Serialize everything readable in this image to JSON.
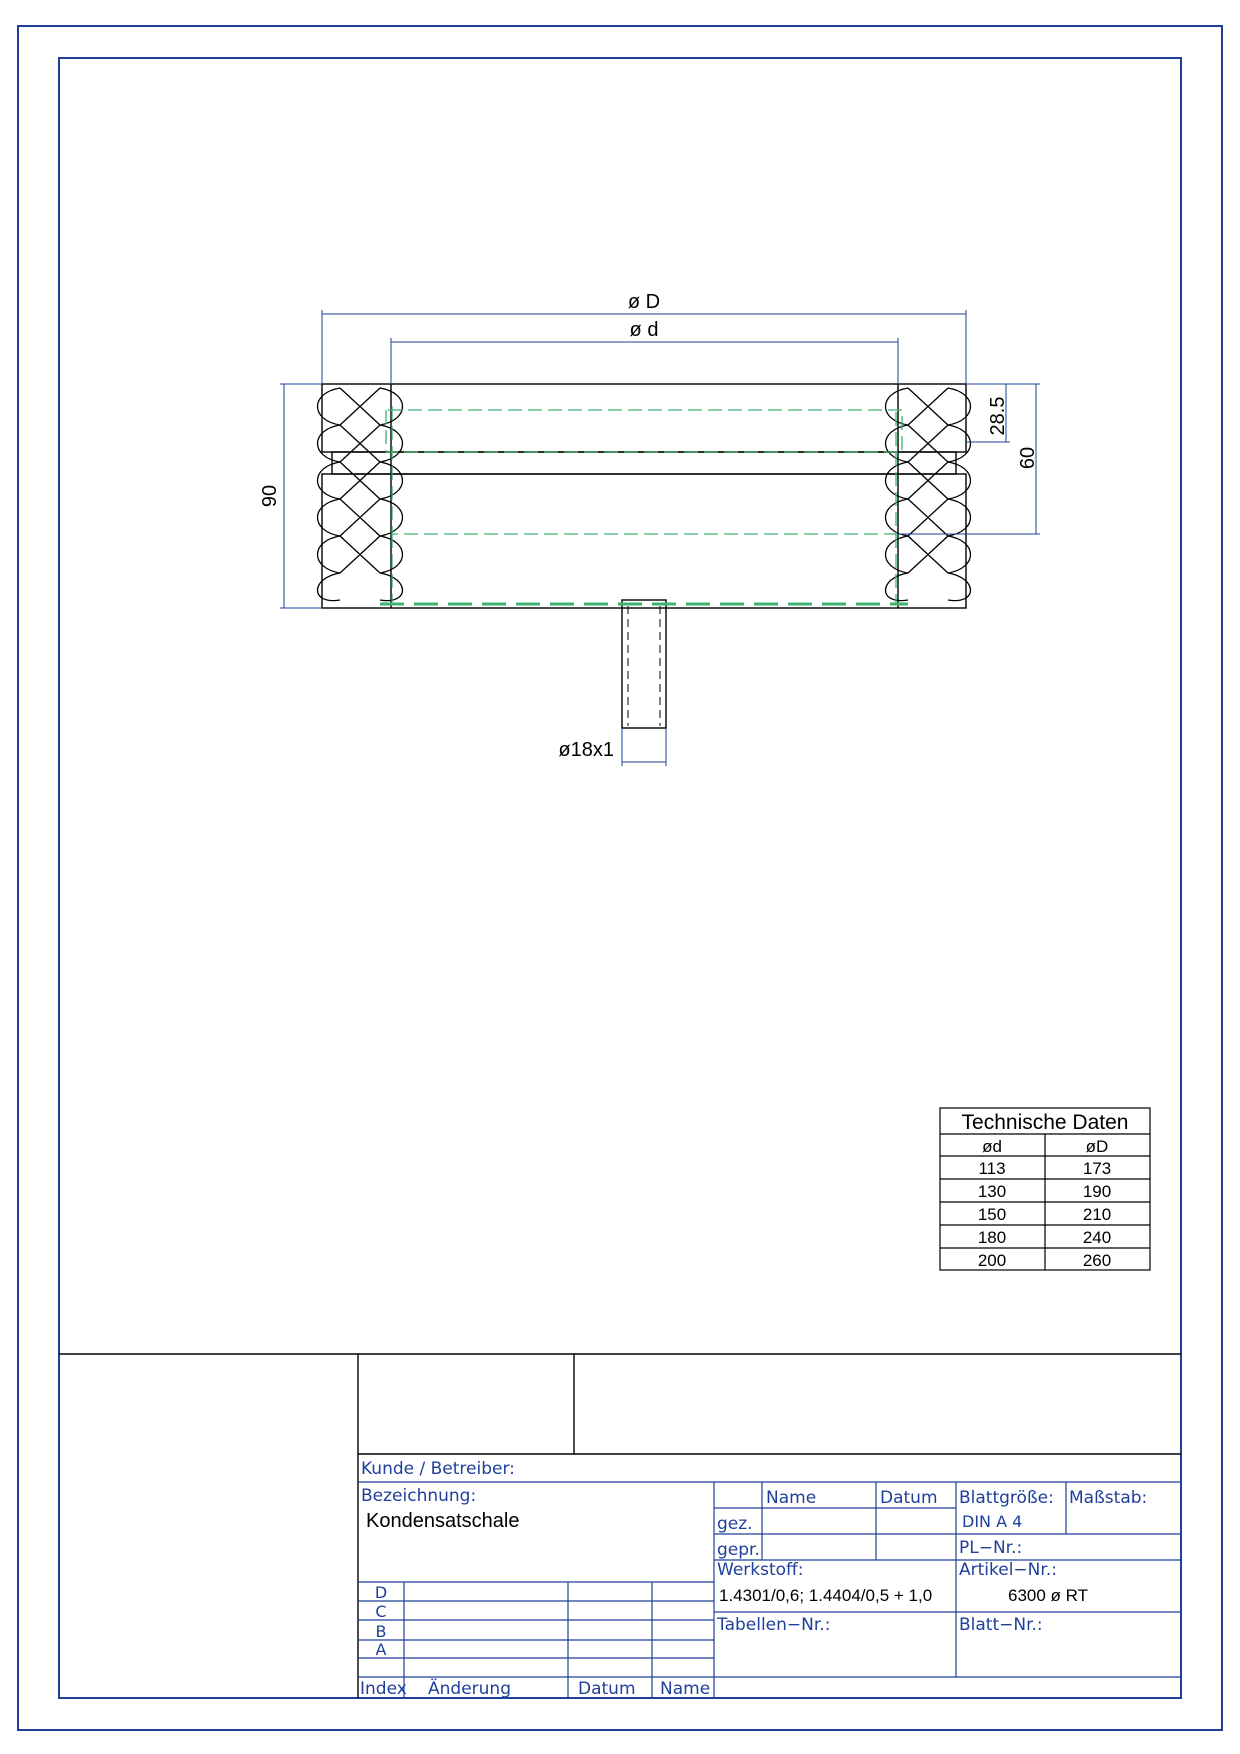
{
  "colors": {
    "frame": "#1f3f9a",
    "line": "#000000",
    "hidden": "#3cb371",
    "dimension": "#1f3f9a"
  },
  "drawing": {
    "dim_outer_diameter": "ø D",
    "dim_inner_diameter": "ø d",
    "dim_total_height": "90",
    "dim_upper_height": "28.5",
    "dim_lower_height": "60",
    "dim_pipe": "ø18x1"
  },
  "tech_table": {
    "title": "Technische Daten",
    "headers": [
      "ød",
      "øD"
    ],
    "rows": [
      [
        "113",
        "173"
      ],
      [
        "130",
        "190"
      ],
      [
        "150",
        "210"
      ],
      [
        "180",
        "240"
      ],
      [
        "200",
        "260"
      ]
    ]
  },
  "title_block": {
    "kunde_label": "Kunde  /  Betreiber:",
    "bezeichnung_label": "Bezeichnung:",
    "bezeichnung_value": "Kondensatschale",
    "revisions": [
      "D",
      "C",
      "B",
      "A"
    ],
    "rev_headers": {
      "index": "Index",
      "aenderung": "Änderung",
      "datum": "Datum",
      "name": "Name"
    },
    "name_label": "Name",
    "datum_label": "Datum",
    "gez_label": "gez.",
    "gepr_label": "gepr.",
    "werkstoff_label": "Werkstoff:",
    "werkstoff_value": "1.4301/0,6; 1.4404/0,5 + 1,0",
    "tabellen_label": "Tabellen−Nr.:",
    "blattgroesse_label": "Blattgröße:",
    "blattgroesse_value": "DIN  A  4",
    "massstab_label": "Maßstab:",
    "pl_label": "PL−Nr.:",
    "artikel_label": "Artikel−Nr.:",
    "artikel_value": "6300 ø RT",
    "blatt_label": "Blatt−Nr.:"
  }
}
